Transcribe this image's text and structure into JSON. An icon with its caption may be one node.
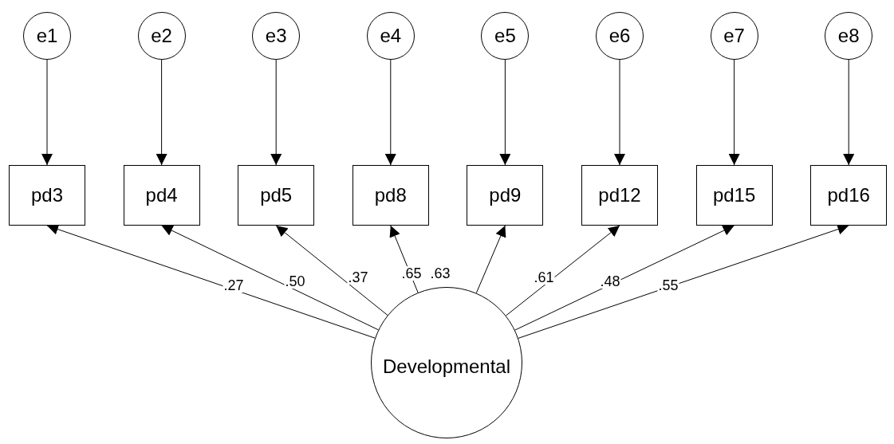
{
  "diagram": {
    "nodes": [
      {
        "text": [
          "e1"
        ]
      },
      {
        "text": [
          "e2"
        ]
      },
      {
        "text": [
          "e3"
        ]
      },
      {
        "text": [
          "e4"
        ]
      },
      {
        "text": [
          "e5"
        ]
      },
      {
        "text": [
          "e6"
        ]
      },
      {
        "text": [
          "e7"
        ]
      },
      {
        "text": [
          "e8"
        ]
      },
      {
        "text": [
          "pd3"
        ]
      },
      {
        "text": [
          "pd4"
        ]
      },
      {
        "text": [
          "pd5"
        ]
      },
      {
        "text": [
          "pd8"
        ]
      },
      {
        "text": [
          "pd9"
        ]
      },
      {
        "text": [
          "pd12"
        ]
      },
      {
        "text": [
          "pd15"
        ]
      },
      {
        "text": [
          "pd16"
        ]
      },
      {
        "text": [
          "Developmental"
        ]
      }
    ],
    "edges": [
      {
        "from": 0,
        "to": 8,
        "arrow": "to"
      },
      {
        "from": 1,
        "to": 9,
        "arrow": "to"
      },
      {
        "from": 2,
        "to": 10,
        "arrow": "to"
      },
      {
        "from": 3,
        "to": 11,
        "arrow": "to"
      },
      {
        "from": 4,
        "to": 12,
        "arrow": "to"
      },
      {
        "from": 5,
        "to": 13,
        "arrow": "to"
      },
      {
        "from": 6,
        "to": 14,
        "arrow": "to"
      },
      {
        "from": 7,
        "to": 15,
        "arrow": "to"
      },
      {
        "from": 16,
        "to": 8,
        "arrow": "to",
        "label": ".27"
      },
      {
        "from": 16,
        "to": 9,
        "arrow": "to",
        "label": ".50"
      },
      {
        "from": 16,
        "to": 10,
        "arrow": "to",
        "label": ".37"
      },
      {
        "from": 16,
        "to": 11,
        "arrow": "to",
        "label": ".65"
      },
      {
        "from": 16,
        "to": 12,
        "arrow": "to",
        "label": ".63"
      },
      {
        "from": 16,
        "to": 13,
        "arrow": "to",
        "label": ".61"
      },
      {
        "from": 16,
        "to": 14,
        "arrow": "to",
        "label": ".48"
      },
      {
        "from": 16,
        "to": 15,
        "arrow": "to",
        "label": ".55"
      }
    ]
  }
}
